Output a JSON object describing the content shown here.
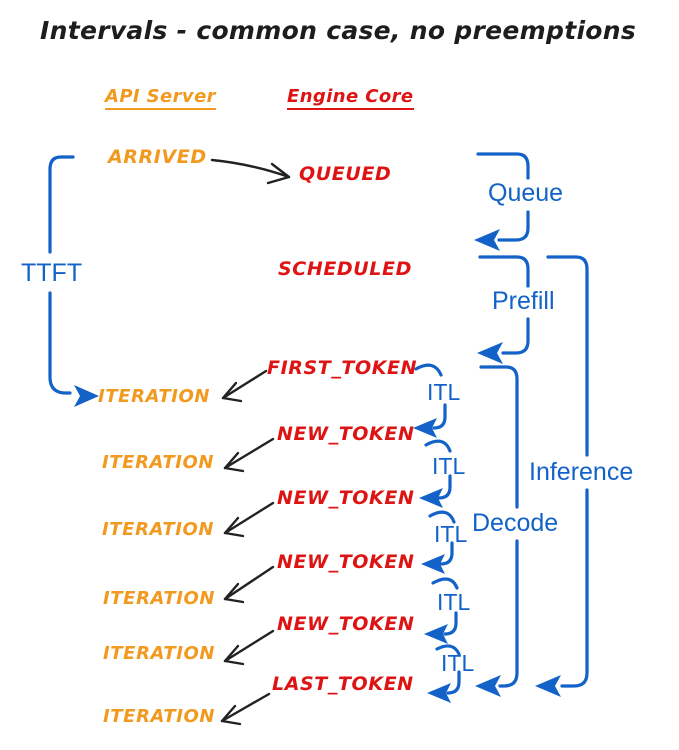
{
  "title": "Intervals - common case, no preemptions",
  "columns": {
    "api_server": "API Server",
    "engine_core": "Engine Core"
  },
  "events": {
    "arrived": "ARRIVED",
    "queued": "QUEUED",
    "scheduled": "SCHEDULED",
    "first_token": "FIRST_TOKEN",
    "new_token": "NEW_TOKEN",
    "last_token": "LAST_TOKEN",
    "iteration": "ITERATION"
  },
  "intervals": {
    "ttft": "TTFT",
    "queue": "Queue",
    "prefill": "Prefill",
    "decode": "Decode",
    "inference": "Inference",
    "itl": "ITL"
  },
  "colors": {
    "api_server_orange": "#F29A1F",
    "engine_core_red": "#DE1414",
    "interval_blue": "#1362C8",
    "arrow_black": "#222222",
    "background": "#FFFFFF"
  }
}
